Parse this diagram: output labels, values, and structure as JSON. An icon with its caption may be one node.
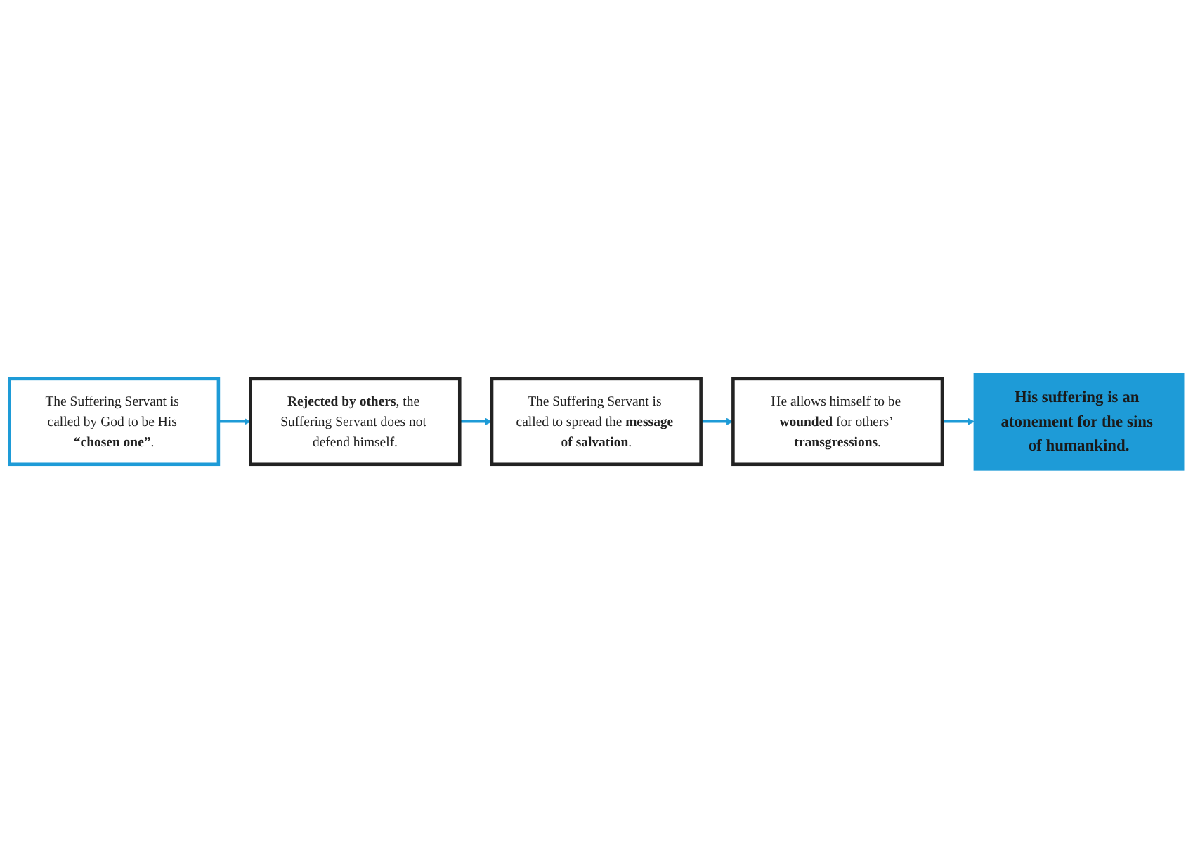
{
  "diagram": {
    "nodes": [
      {
        "text": [
          "The Suffering Servant is called by God to be His **“chosen one”**."
        ]
      },
      {
        "text": [
          "**Rejected by others**, the Suffering Servant does not defend himself."
        ]
      },
      {
        "text": [
          "The Suffering Servant is called to spread the **message of salvation**."
        ]
      },
      {
        "text": [
          "He allows himself to be **wounded** for others’ **transgressions**."
        ]
      },
      {
        "text": [
          "His suffering is an atonement for the sins of humankind."
        ]
      }
    ],
    "edges": [
      {
        "from": 0,
        "to": 1,
        "arrow": "to"
      },
      {
        "from": 1,
        "to": 2,
        "arrow": "to"
      },
      {
        "from": 2,
        "to": 3,
        "arrow": "to"
      },
      {
        "from": 3,
        "to": 4,
        "arrow": "to"
      }
    ]
  }
}
